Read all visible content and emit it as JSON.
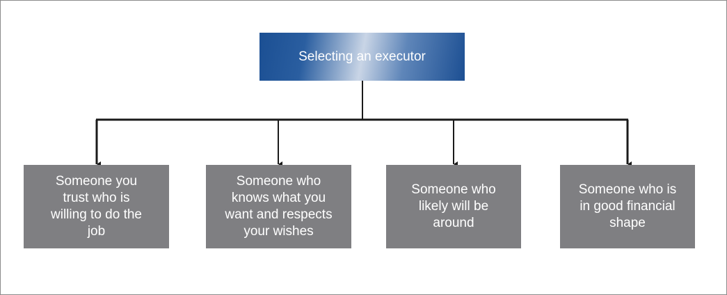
{
  "diagram": {
    "root": {
      "label": "Selecting an executor"
    },
    "children": [
      {
        "label": "Someone you trust who is willing to do the job"
      },
      {
        "label": "Someone who knows what you want and respects your wishes"
      },
      {
        "label": "Someone who likely will be around"
      },
      {
        "label": "Someone who is in good financial shape"
      }
    ]
  },
  "colors": {
    "root_gradient_dark": "#1b4f93",
    "root_gradient_light": "#c9d5e6",
    "child_fill": "#7f7f82",
    "connector": "#1a1a1a",
    "frame_border": "#8a8a8a"
  }
}
